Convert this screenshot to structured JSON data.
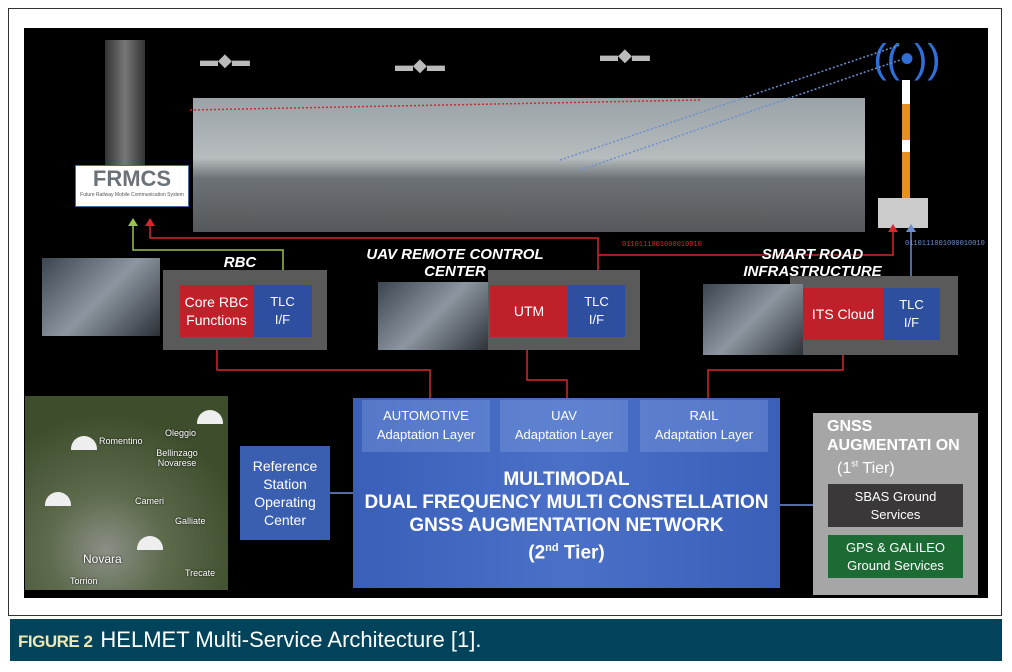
{
  "figure": {
    "label": "FIGURE 2",
    "title": "HELMET Multi-Service Architecture [1]."
  },
  "logo": {
    "text": "FRMCS",
    "subtitle": "Future Railway Mobile Communication System"
  },
  "binary": {
    "red": "0110111001000010010",
    "blue": "0110111001000010010"
  },
  "rbc": {
    "title": "RBC",
    "core": "Core RBC Functions",
    "tlc": "TLC I/F"
  },
  "uav": {
    "title": "UAV REMOTE CONTROL CENTER",
    "core": "UTM",
    "tlc": "TLC I/F"
  },
  "road": {
    "title": "SMART ROAD INFRASTRUCTURE",
    "core": "ITS Cloud",
    "tlc": "TLC I/F"
  },
  "map": {
    "labels": [
      "Oleggio",
      "Bellinzago Novarese",
      "Cameri",
      "Galliate",
      "Romentino",
      "Novara",
      "Torrion",
      "Trecate"
    ]
  },
  "reference": "Reference Station Operating Center",
  "network": {
    "layers": [
      {
        "name": "AUTOMOTIVE",
        "sub": "Adaptation Layer"
      },
      {
        "name": "UAV",
        "sub": "Adaptation Layer"
      },
      {
        "name": "RAIL",
        "sub": "Adaptation Layer"
      }
    ],
    "line1": "MULTIMODAL",
    "line2": "DUAL FREQUENCY MULTI CONSTELLATION",
    "line3": "GNSS AUGMENTATION  NETWORK",
    "tier_pre": "(2",
    "tier_sup": "nd",
    "tier_post": " Tier)"
  },
  "gnss": {
    "title": "GNSS AUGMENTATI ON",
    "tier_pre": "(1",
    "tier_sup": "st",
    "tier_post": " Tier)",
    "sbas": "SBAS Ground Services",
    "gps": "GPS & GALILEO Ground Services"
  },
  "colors": {
    "caption": "#00435a",
    "red": "#c0202a",
    "blue": "#2e4fa0",
    "green": "#1d6b34"
  }
}
